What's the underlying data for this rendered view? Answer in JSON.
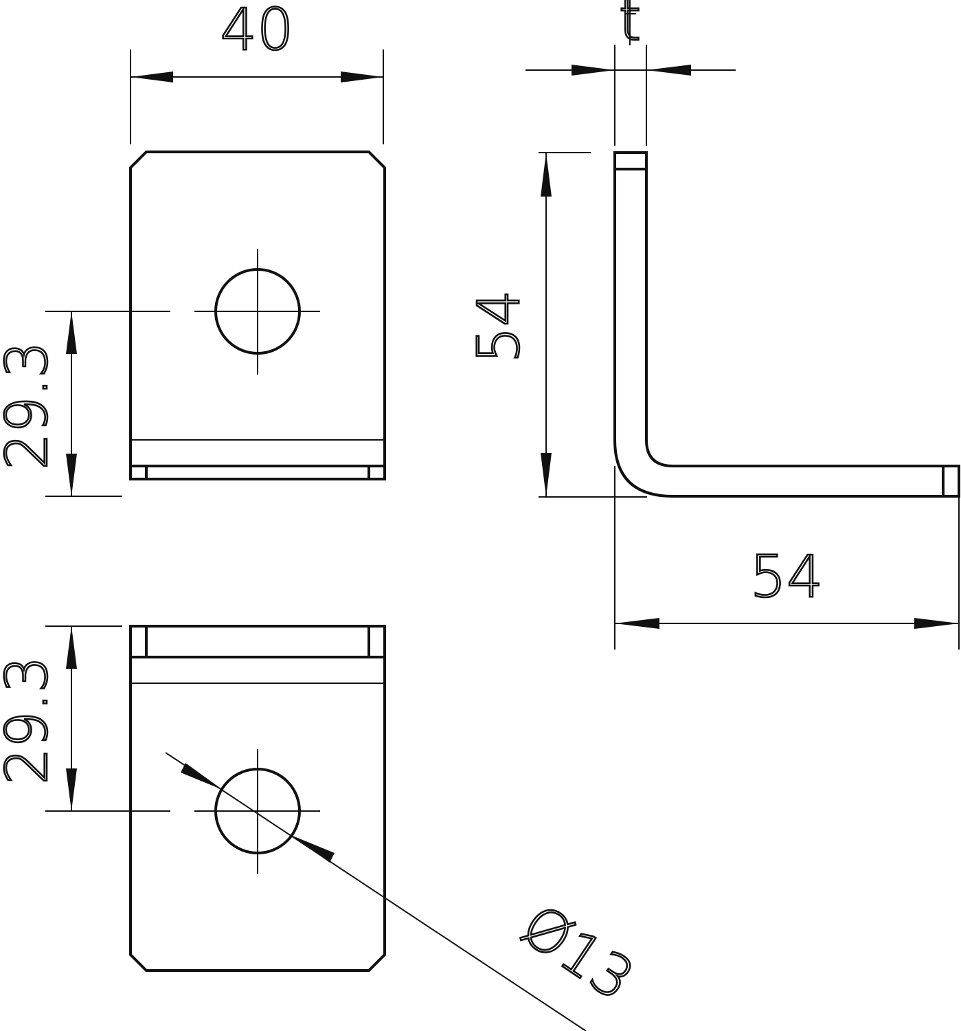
{
  "drawing": {
    "type": "technical drawing - angle bracket",
    "views": [
      "top view",
      "side view",
      "bottom view"
    ],
    "colors": {
      "line": "#111111",
      "background": "#ffffff"
    }
  },
  "dimensions": {
    "width": "40",
    "thickness": "t",
    "height": "54",
    "length": "54",
    "hole_offset_top": "29.3",
    "hole_offset_bottom": "29.3",
    "hole_diameter": "Ø13"
  }
}
